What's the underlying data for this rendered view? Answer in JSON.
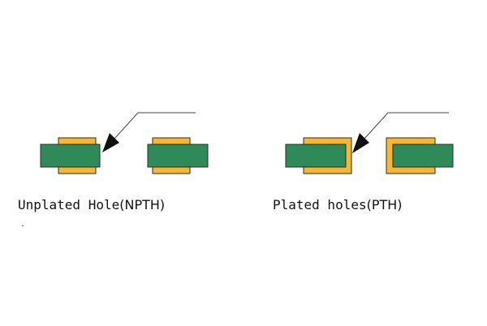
{
  "npth": {
    "caption_main": "Unplated Hole",
    "caption_paren": "(NPTH)"
  },
  "pth": {
    "caption_main": "Plated holes",
    "caption_paren": "(PTH)"
  },
  "colors": {
    "substrate_green": "#2e8b57",
    "plating_copper": "#f7b733",
    "outline": "#2b2b2b",
    "leader_line": "#444444",
    "arrow_head": "#111111"
  }
}
